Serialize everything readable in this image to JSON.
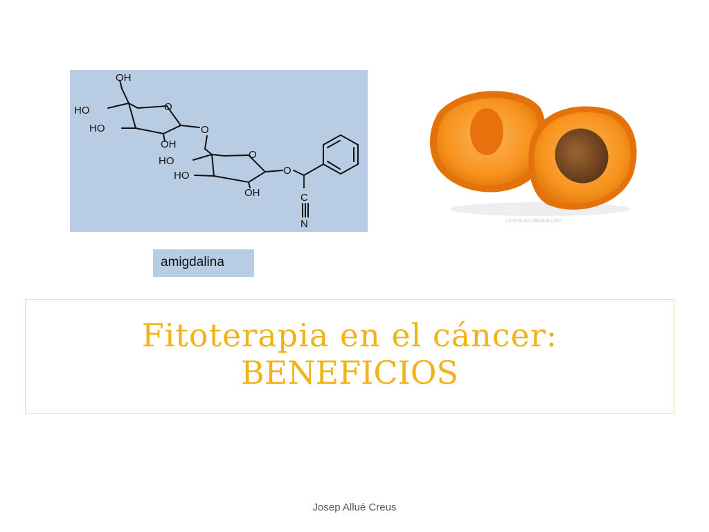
{
  "slide": {
    "caption": "amigdalina",
    "title_line_1": "Fitoterapia en el cáncer:",
    "title_line_2": "BENEFICIOS",
    "author": "Josep Allué Creus",
    "watermark": "cnherb.en.alibaba.com"
  },
  "molecule": {
    "labels": {
      "oh_top": "OH",
      "ho_1": "HO",
      "ho_2": "HO",
      "o_ring1": "O",
      "oh_ring1": "OH",
      "o_link": "O",
      "ho_3": "HO",
      "ho_4": "HO",
      "o_ring2": "O",
      "oh_ring2": "OH",
      "o_ether": "O",
      "c_atom": "C",
      "n_atom": "N"
    }
  },
  "colors": {
    "panel_bg": "#b8cce4",
    "title": "#f2b21b",
    "title_border": "#f5e27a",
    "apricot_flesh": "#f7941d",
    "apricot_pit": "#7a4a22"
  },
  "icons": {
    "molecule": "amygdalin-structure-image",
    "apricot": "apricot-halves-image"
  }
}
